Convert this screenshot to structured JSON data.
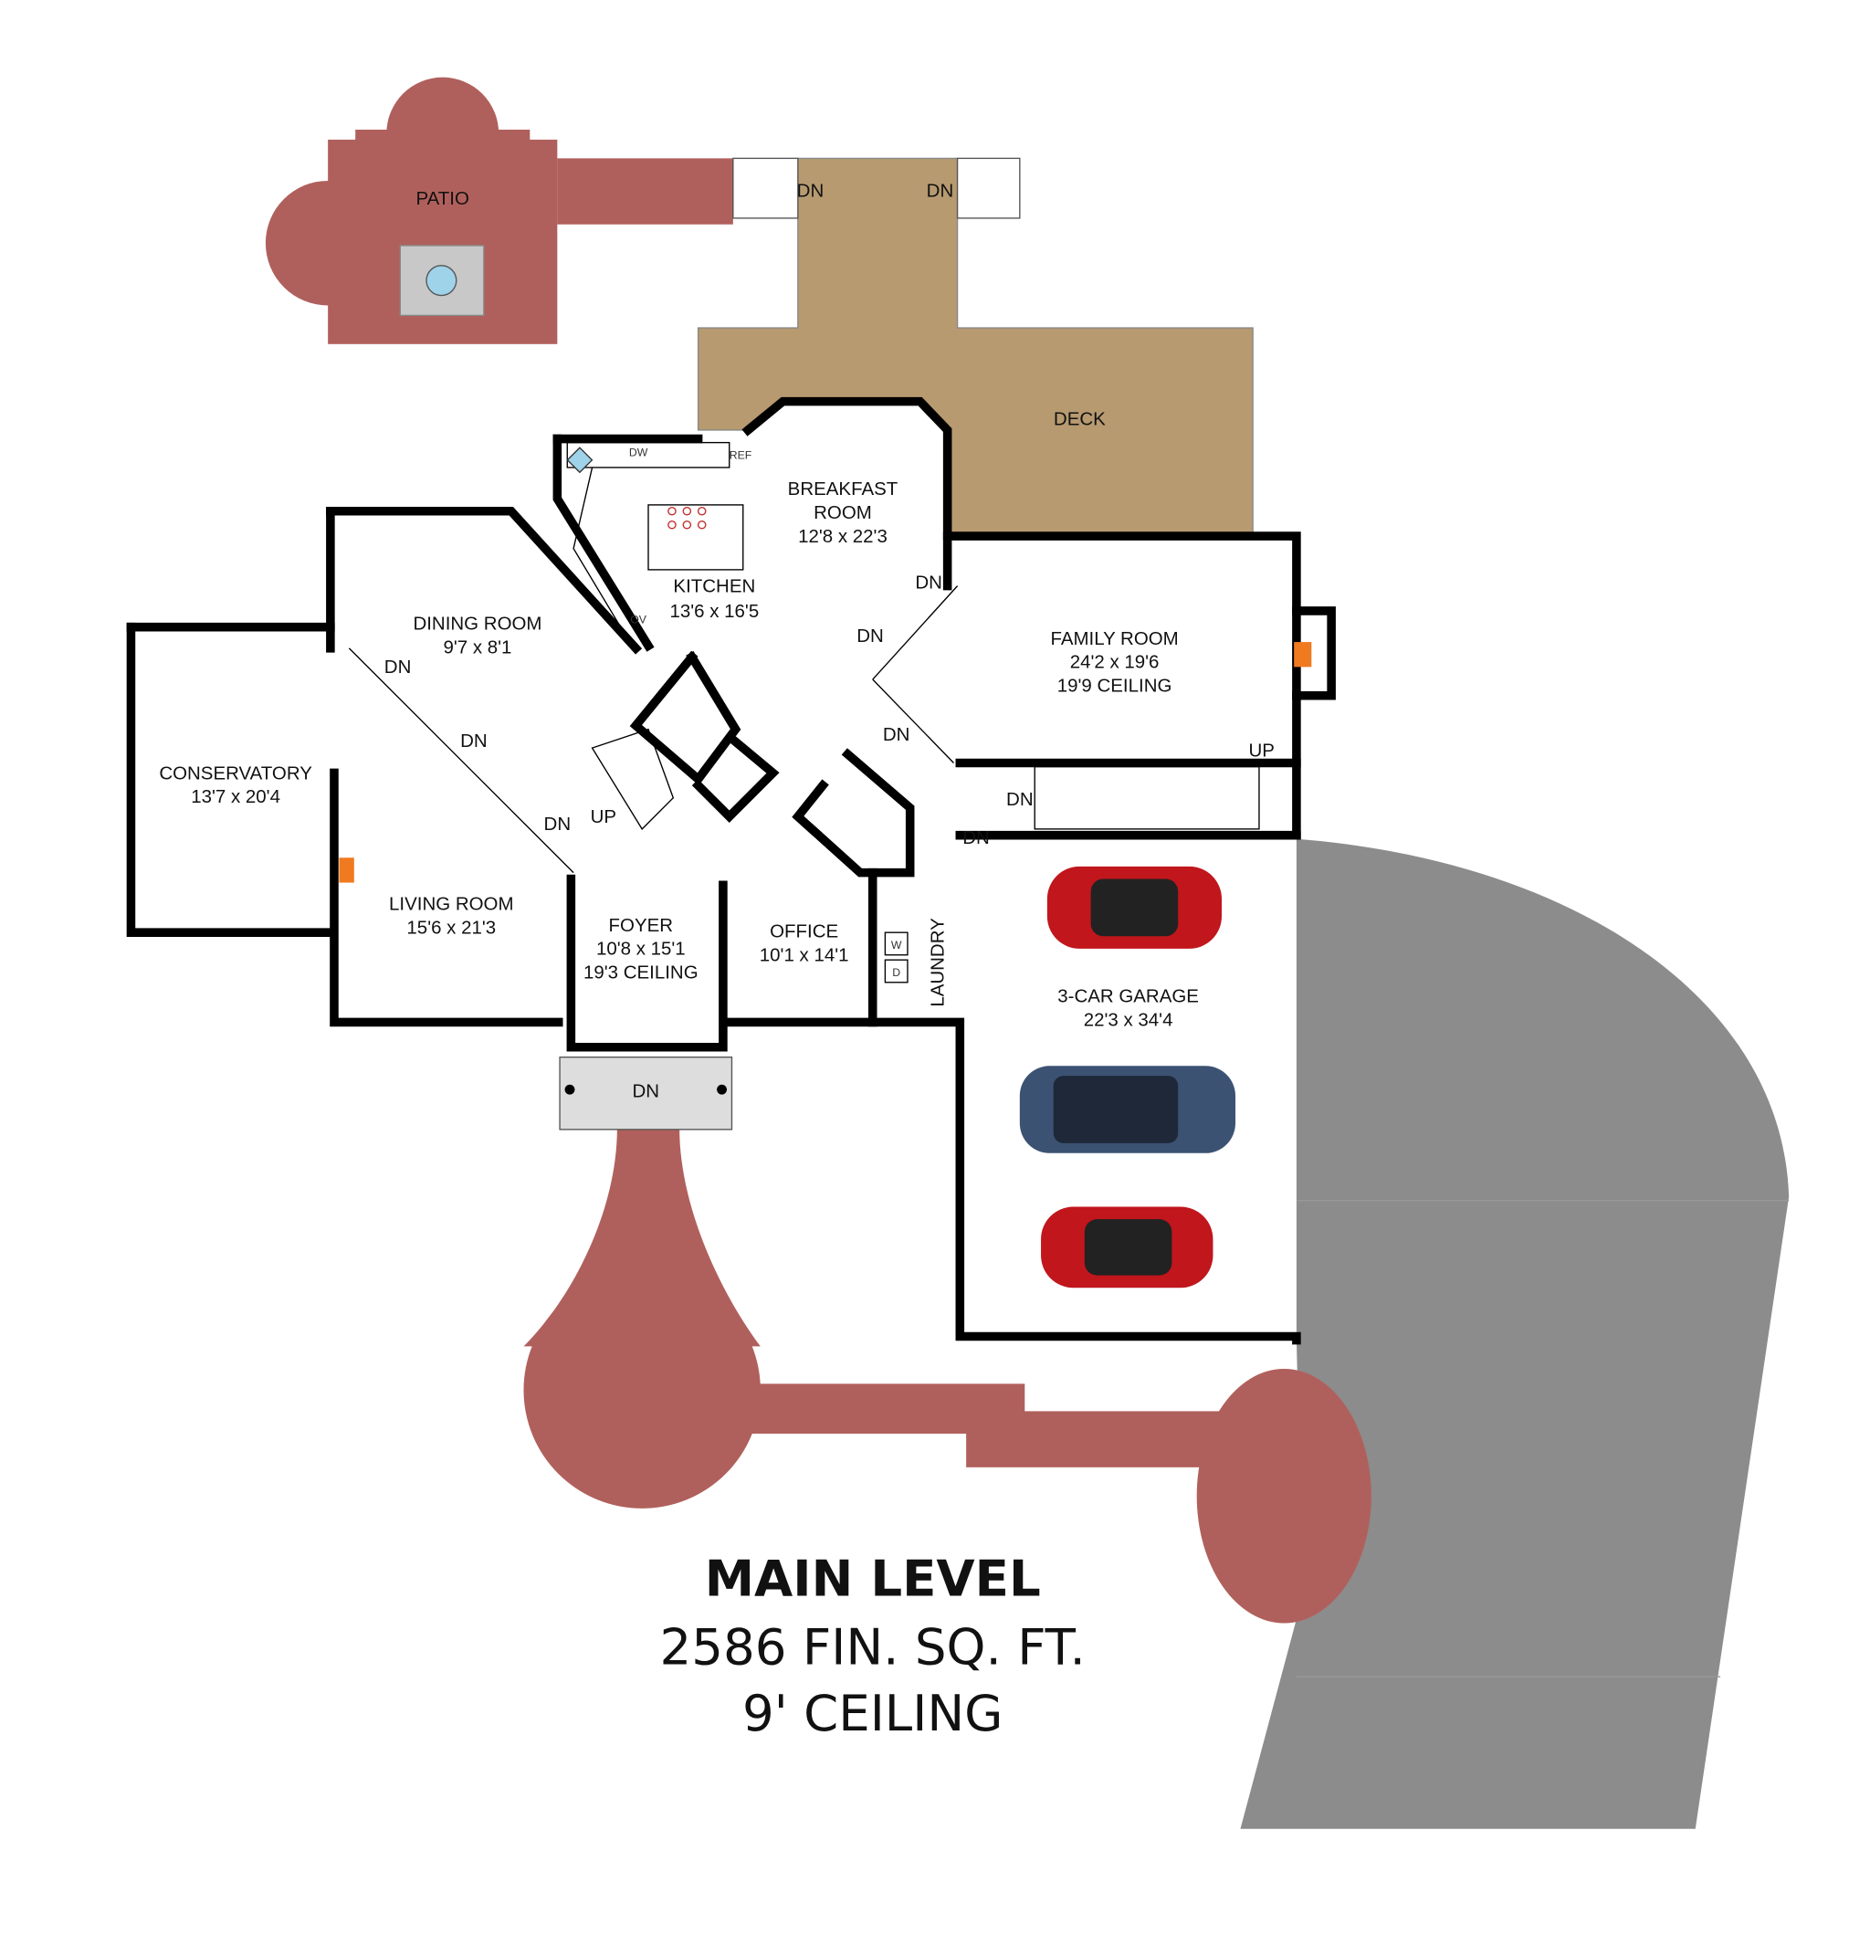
{
  "title": {
    "level": "MAIN LEVEL",
    "area": "2586 FIN. SQ. FT.",
    "ceiling": "9' CEILING"
  },
  "rooms": {
    "patio": {
      "name": "PATIO"
    },
    "deck": {
      "name": "DECK"
    },
    "breakfast": {
      "name1": "BREAKFAST",
      "name2": "ROOM",
      "dims": "12'8 x 22'3"
    },
    "kitchen": {
      "name": "KITCHEN",
      "dims": "13'6 x 16'5"
    },
    "dining": {
      "name": "DINING ROOM",
      "dims": "9'7 x 8'1"
    },
    "family": {
      "name": "FAMILY ROOM",
      "dims": "24'2 x 19'6",
      "ceiling": "19'9 CEILING"
    },
    "conservatory": {
      "name": "CONSERVATORY",
      "dims": "13'7 x 20'4"
    },
    "living": {
      "name": "LIVING ROOM",
      "dims": "15'6 x 21'3"
    },
    "foyer": {
      "name": "FOYER",
      "dims": "10'8 x 15'1",
      "ceiling": "19'3 CEILING"
    },
    "office": {
      "name": "OFFICE",
      "dims": "10'1 x 14'1"
    },
    "laundry": {
      "name": "LAUNDRY"
    },
    "garage": {
      "name": "3-CAR GARAGE",
      "dims": "22'3 x 34'4"
    }
  },
  "stair_labels": {
    "dn": "DN",
    "up": "UP"
  },
  "appliances": {
    "dishwasher": "DW",
    "refrigerator": "REF",
    "oven": "OV",
    "washer": "W",
    "dryer": "D"
  },
  "colors": {
    "brick": "#b0605c",
    "deck": "#b79a70",
    "driveway": "#8c8c8c",
    "car_red": "#c0161c",
    "car_blue": "#3c5273",
    "fireplace": "#f07a20"
  }
}
